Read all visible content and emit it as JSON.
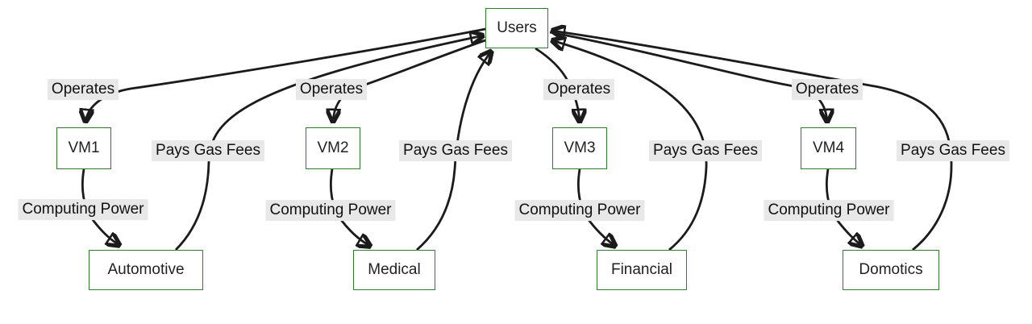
{
  "diagram": {
    "type": "flowchart",
    "nodes": {
      "users": {
        "label": "Users"
      },
      "vm1": {
        "label": "VM1"
      },
      "vm2": {
        "label": "VM2"
      },
      "vm3": {
        "label": "VM3"
      },
      "vm4": {
        "label": "VM4"
      },
      "automotive": {
        "label": "Automotive"
      },
      "medical": {
        "label": "Medical"
      },
      "financial": {
        "label": "Financial"
      },
      "domotics": {
        "label": "Domotics"
      }
    },
    "edge_labels": {
      "operates": "Operates",
      "pays_gas_fees": "Pays Gas Fees",
      "computing_power": "Computing Power"
    },
    "edges": [
      {
        "from": "Users",
        "to": "VM1",
        "label": "Operates"
      },
      {
        "from": "Users",
        "to": "VM2",
        "label": "Operates"
      },
      {
        "from": "Users",
        "to": "VM3",
        "label": "Operates"
      },
      {
        "from": "Users",
        "to": "VM4",
        "label": "Operates"
      },
      {
        "from": "VM1",
        "to": "Automotive",
        "label": "Computing Power"
      },
      {
        "from": "VM2",
        "to": "Medical",
        "label": "Computing Power"
      },
      {
        "from": "VM3",
        "to": "Financial",
        "label": "Computing Power"
      },
      {
        "from": "VM4",
        "to": "Domotics",
        "label": "Computing Power"
      },
      {
        "from": "Automotive",
        "to": "Users",
        "label": "Pays Gas Fees"
      },
      {
        "from": "Medical",
        "to": "Users",
        "label": "Pays Gas Fees"
      },
      {
        "from": "Financial",
        "to": "Users",
        "label": "Pays Gas Fees"
      },
      {
        "from": "Domotics",
        "to": "Users",
        "label": "Pays Gas Fees"
      }
    ],
    "colors": {
      "node_border": "#2e7d32",
      "node_fill": "#ffffff",
      "node_text": "#222222",
      "edge": "#1b1b1b",
      "edge_label_bg": "#e8e8e8",
      "edge_label_text": "#111111",
      "background": "#ffffff"
    }
  }
}
